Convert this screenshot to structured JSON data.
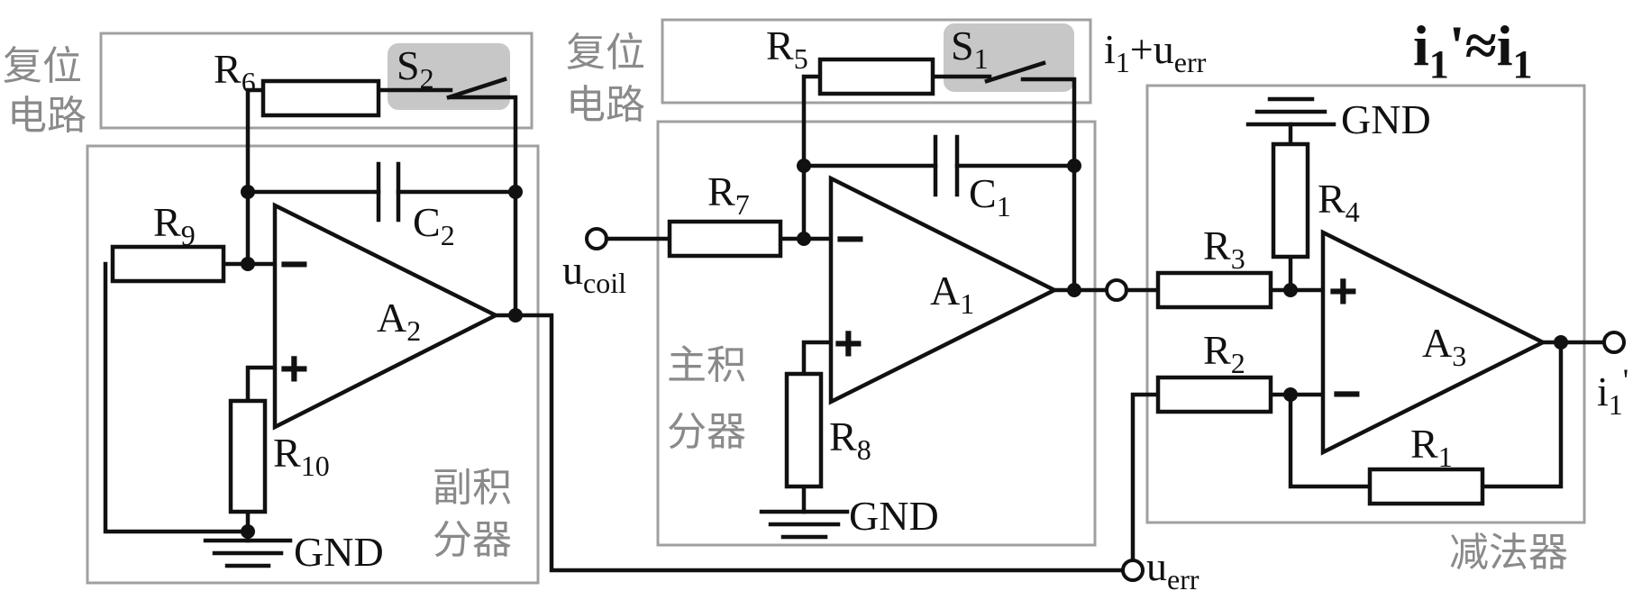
{
  "title": {
    "base": "i",
    "sub": "1",
    "mid": "'≈i",
    "sub2": "1"
  },
  "regions": {
    "reset_left": [
      "复位",
      "电路"
    ],
    "reset_mid": [
      "复位",
      "电路"
    ],
    "sub_integrator": [
      "副积",
      "分器"
    ],
    "main_integrator": [
      "主积",
      "分器"
    ],
    "subtractor": "减法器"
  },
  "components": {
    "R1": {
      "base": "R",
      "sub": "1"
    },
    "R2": {
      "base": "R",
      "sub": "2"
    },
    "R3": {
      "base": "R",
      "sub": "3"
    },
    "R4": {
      "base": "R",
      "sub": "4"
    },
    "R5": {
      "base": "R",
      "sub": "5"
    },
    "R6": {
      "base": "R",
      "sub": "6"
    },
    "R7": {
      "base": "R",
      "sub": "7"
    },
    "R8": {
      "base": "R",
      "sub": "8"
    },
    "R9": {
      "base": "R",
      "sub": "9"
    },
    "R10": {
      "base": "R",
      "sub": "10"
    },
    "C1": {
      "base": "C",
      "sub": "1"
    },
    "C2": {
      "base": "C",
      "sub": "2"
    },
    "S1": {
      "base": "S",
      "sub": "1"
    },
    "S2": {
      "base": "S",
      "sub": "2"
    },
    "A1": {
      "base": "A",
      "sub": "1"
    },
    "A2": {
      "base": "A",
      "sub": "2"
    },
    "A3": {
      "base": "A",
      "sub": "3"
    }
  },
  "signals": {
    "u_coil": {
      "base": "u",
      "sub": "coil"
    },
    "u_err": {
      "base": "u",
      "sub": "err"
    },
    "i1_plus_uerr": {
      "a": "i",
      "sub1": "1",
      "b": "+u",
      "sub2": "err"
    },
    "i1_prime": {
      "base": "i",
      "sub": "1",
      "sup": "'"
    }
  },
  "gnd": "GND",
  "signs": {
    "minus": "−",
    "plus": "+"
  }
}
